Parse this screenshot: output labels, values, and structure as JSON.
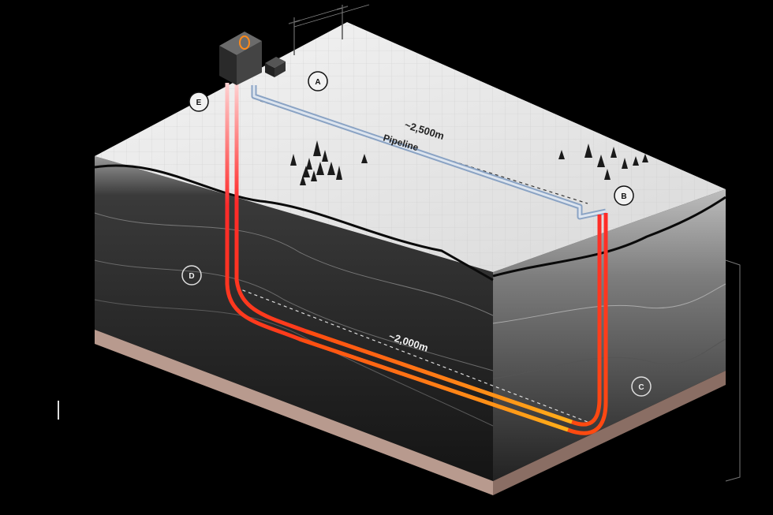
{
  "markers": {
    "a": "A",
    "b": "B",
    "c": "C",
    "d": "D",
    "e": "E"
  },
  "labels": {
    "pipeline_length": "~2,500m",
    "pipeline": "Pipeline",
    "well_depth": "~2,000m"
  },
  "colors": {
    "hot_loop": "#ff3a1a",
    "warm_loop": "#ffa21a",
    "cold_loop": "#5a8ac8",
    "surface": "#e9e9e9",
    "ground_dark": "#1c1c1c"
  },
  "icons": {
    "power_pole": "power-pole-icon",
    "plant": "power-plant-building-icon",
    "tree": "tree-icon"
  }
}
